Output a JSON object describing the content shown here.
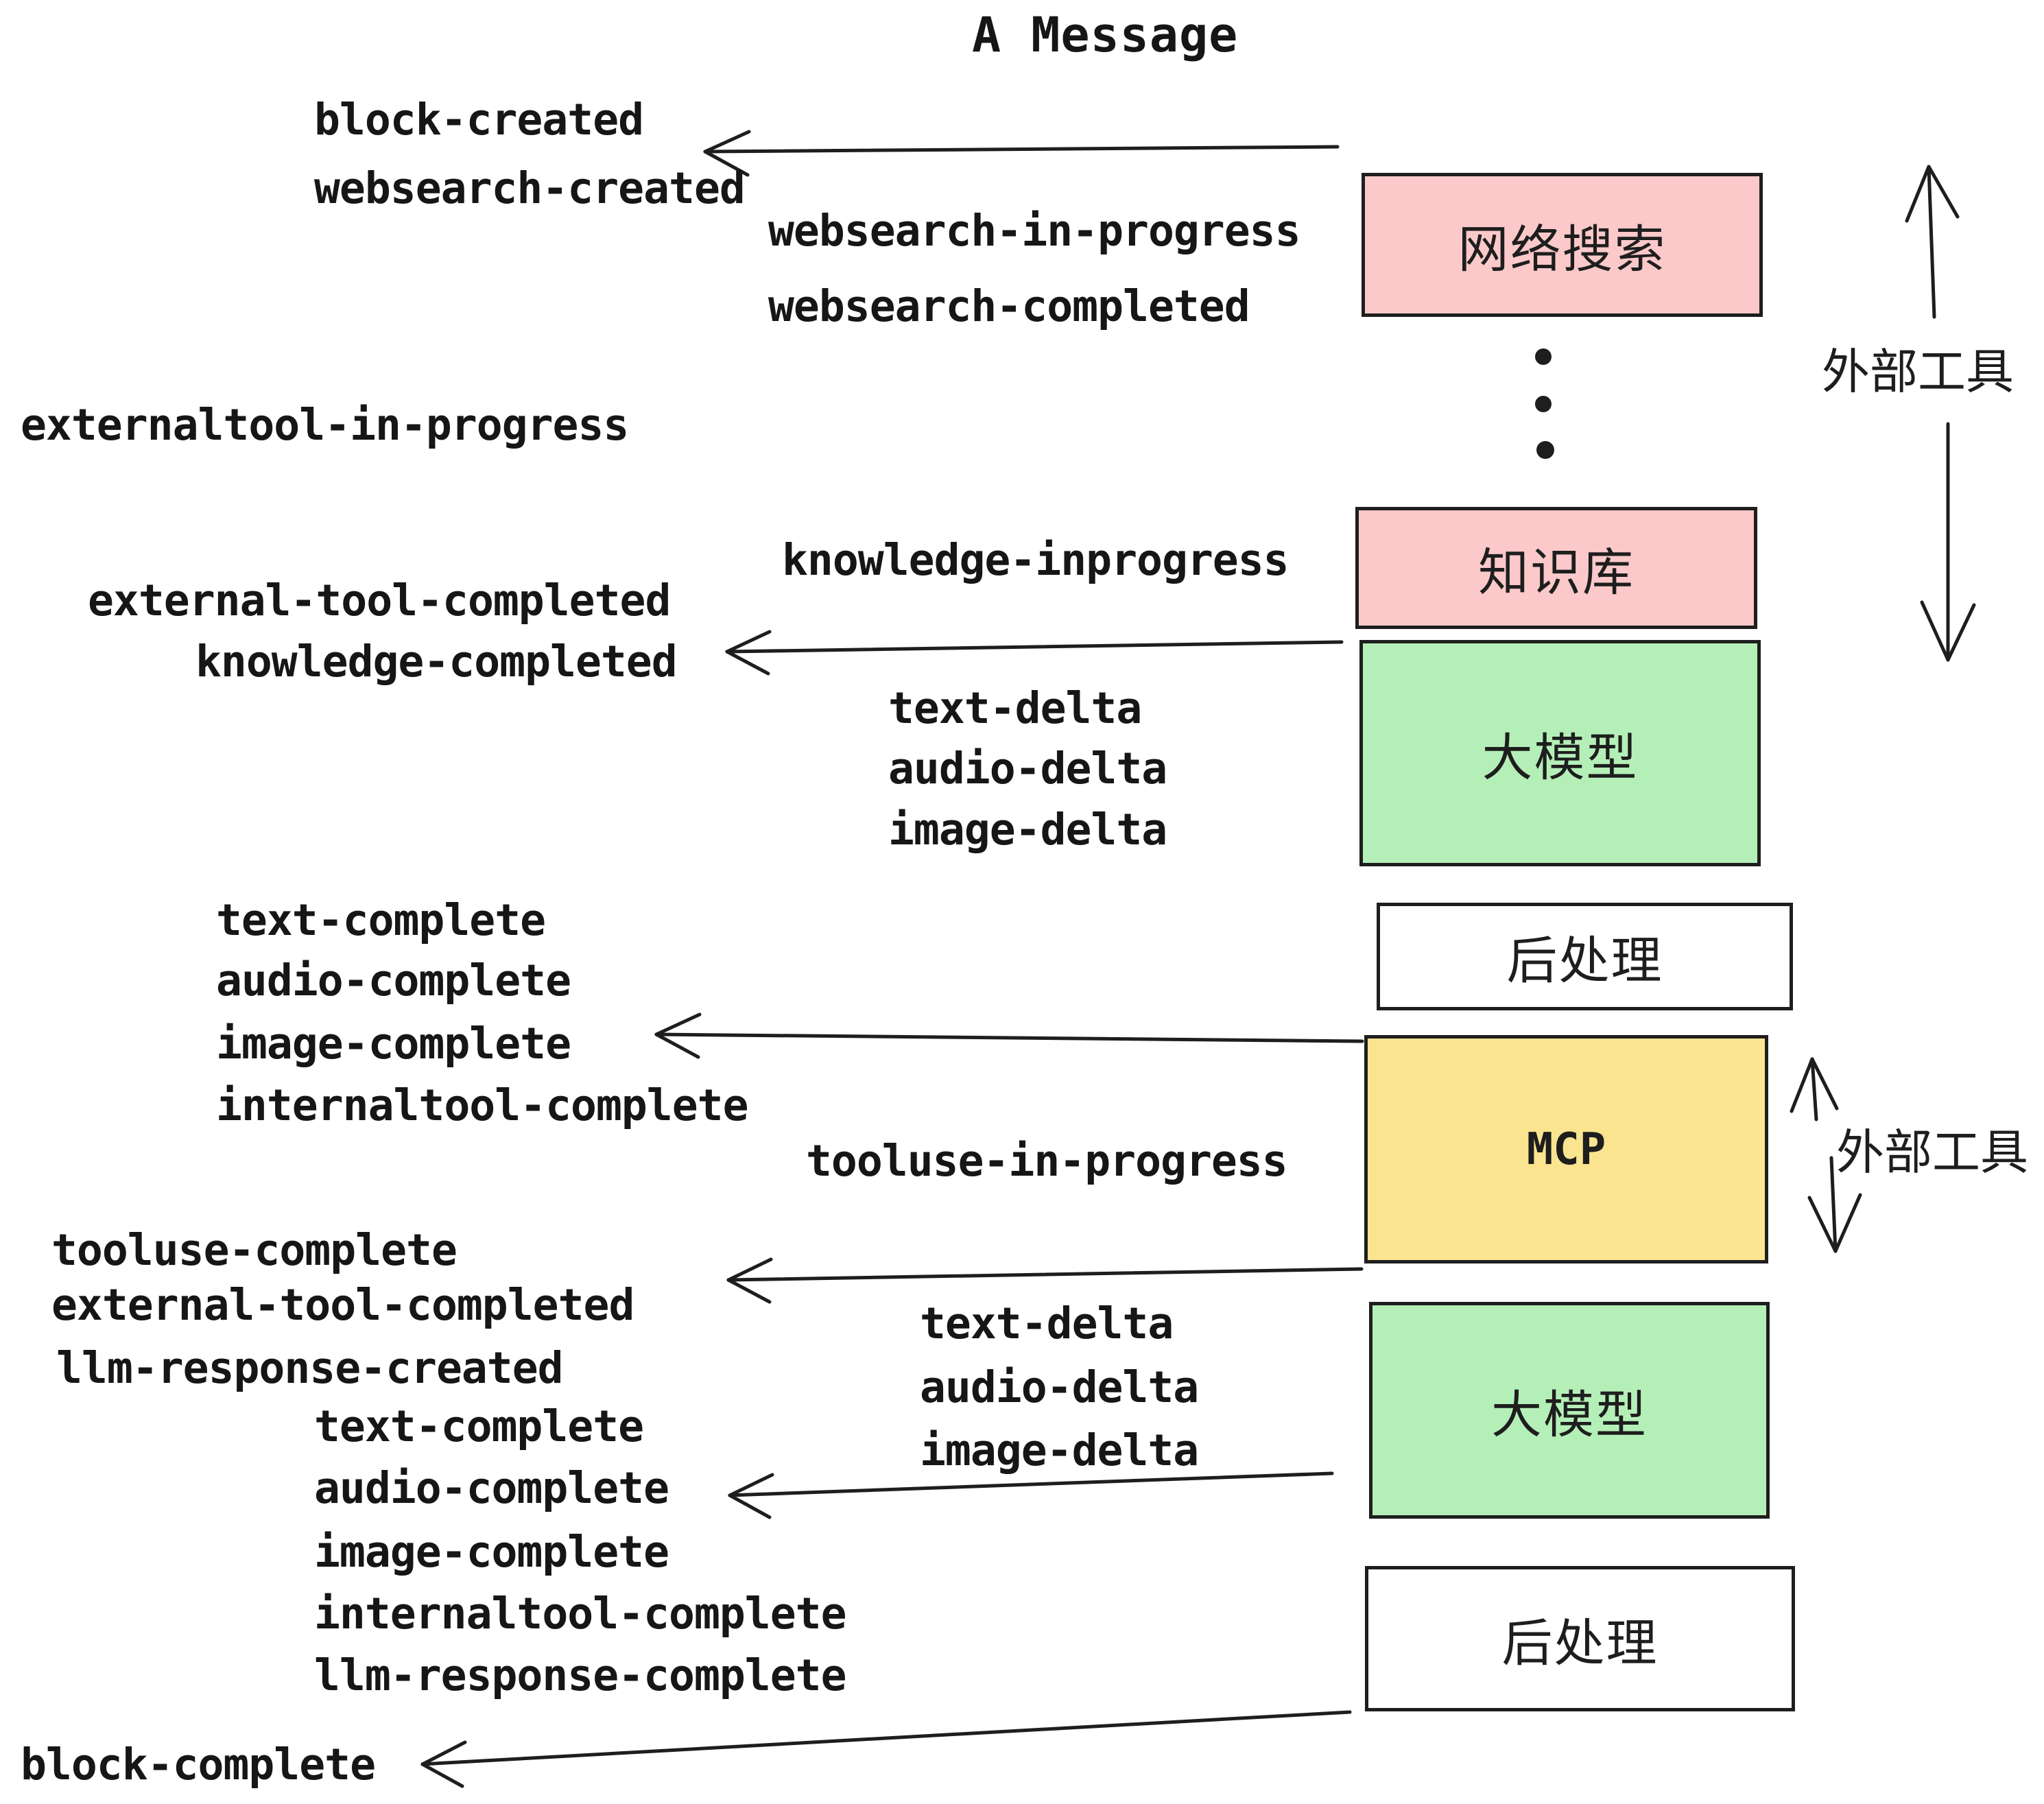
{
  "title": "A Message",
  "events": {
    "block_created": "block-created",
    "websearch_created": "websearch-created",
    "websearch_in_progress": "websearch-in-progress",
    "websearch_completed": "websearch-completed",
    "externaltool_in_progress": "externaltool-in-progress",
    "knowledge_inprogress": "knowledge-inprogress",
    "external_tool_completed_top": "external-tool-completed",
    "knowledge_completed": "knowledge-completed",
    "text_delta_top": "text-delta",
    "audio_delta_top": "audio-delta",
    "image_delta_top": "image-delta",
    "text_complete_mid": "text-complete",
    "audio_complete_mid": "audio-complete",
    "image_complete_mid": "image-complete",
    "internaltool_complete_mid": "internaltool-complete",
    "tooluse_in_progress": "tooluse-in-progress",
    "tooluse_complete": "tooluse-complete",
    "external_tool_completed_bottom": "external-tool-completed",
    "llm_response_created": "llm-response-created",
    "text_delta_bottom": "text-delta",
    "audio_delta_bottom": "audio-delta",
    "image_delta_bottom": "image-delta",
    "text_complete_bottom": "text-complete",
    "audio_complete_bottom": "audio-complete",
    "image_complete_bottom": "image-complete",
    "internaltool_complete_bottom": "internaltool-complete",
    "llm_response_complete": "llm-response-complete",
    "block_complete": "block-complete"
  },
  "boxes": {
    "websearch": {
      "label": "网络搜索",
      "fill": "#fbc9ca"
    },
    "knowledge": {
      "label": "知识库",
      "fill": "#fbc9ca"
    },
    "llm_top": {
      "label": "大模型",
      "fill": "#b5efb8"
    },
    "postprocess_top": {
      "label": "后处理",
      "fill": "#ffffff"
    },
    "mcp": {
      "label": "MCP",
      "fill": "#fae48f"
    },
    "llm_bottom": {
      "label": "大模型",
      "fill": "#b5efb8"
    },
    "postprocess_bottom": {
      "label": "后处理",
      "fill": "#ffffff"
    }
  },
  "annotations": {
    "external_tools_top": "外部工具",
    "external_tools_mcp": "外部工具"
  },
  "icons": {
    "left_arrows": [
      "arrow-to-block-created",
      "arrow-to-knowledge-completed",
      "arrow-to-image-complete",
      "arrow-to-tooluse-complete",
      "arrow-to-audio-complete",
      "arrow-to-block-complete"
    ],
    "vertical_arrows": [
      "arrow-up-external-tools-top",
      "arrow-down-external-tools-top",
      "arrow-up-external-tools-mcp",
      "arrow-down-external-tools-mcp"
    ],
    "ellipsis": "vertical-ellipsis-dots"
  },
  "colors": {
    "pink_fill": "#fbc9ca",
    "green_fill": "#b5efb8",
    "yellow_fill": "#fae48f",
    "white_fill": "#ffffff",
    "ink": "#1e1e1e",
    "background": "#ffffff"
  }
}
